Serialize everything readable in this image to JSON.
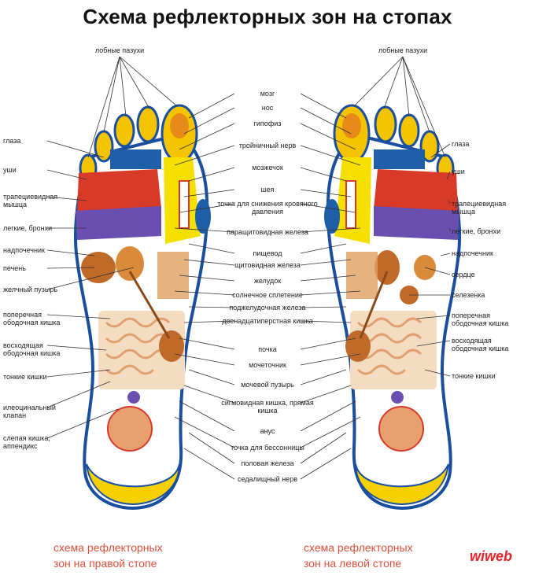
{
  "title": "Схема рефлекторных зон на стопах",
  "captions": {
    "right_foot": [
      "схема рефлекторных",
      "зон на правой стопе"
    ],
    "left_foot": [
      "схема рефлекторных",
      "зон на левой стопе"
    ]
  },
  "brand": "wiweb",
  "labels": {
    "top_left": "лобные пазухи",
    "top_right": "лобные пазухи",
    "left_side": [
      "глаза",
      "уши",
      "трапециевидная мышца",
      "легкие, бронхи",
      "надпочечник",
      "печень",
      "желчный пузырь",
      "поперечная ободочная кишка",
      "восходящая ободочная кишка",
      "тонкие кишки",
      "илеоцинальный клапан",
      "слепая кишка, аппендикс"
    ],
    "center": [
      "мозг",
      "нос",
      "гипофиз",
      "тройничный нерв",
      "мозжечок",
      "шея",
      "точка для снижения кровяного давления",
      "паращитовидная железа",
      "пищевод",
      "щитовидная железа",
      "желудок",
      "солнечное сплетение",
      "поджелудочная железа",
      "двенадцатиперстная кишка",
      "почка",
      "мочеточник",
      "мочевой пузырь",
      "сигмовидная кишка, прямая кишка",
      "анус",
      "точка для бессонницы",
      "половая железа",
      "седалищный нерв"
    ],
    "right_side": [
      "глаза",
      "уши",
      "трапециевидная мышца",
      "легкие, бронхи",
      "надпочечник",
      "сердце",
      "селезенка",
      "поперечная ободочная кишка",
      "восходящая ободочная кишка",
      "тонкие кишки"
    ]
  },
  "colors": {
    "outline": "#1a4fa0",
    "toe_yellow": "#f5c400",
    "sinus_orange": "#e88a1a",
    "eye_blue": "#1f5fa8",
    "ear_red": "#d83a2a",
    "lungs_purple": "#6a4fb0",
    "intestine_beige": "#f4dcc0",
    "kidney_brown": "#c06a2a",
    "heel_yellow": "#f6d000",
    "caption_red": "#e0503a"
  }
}
